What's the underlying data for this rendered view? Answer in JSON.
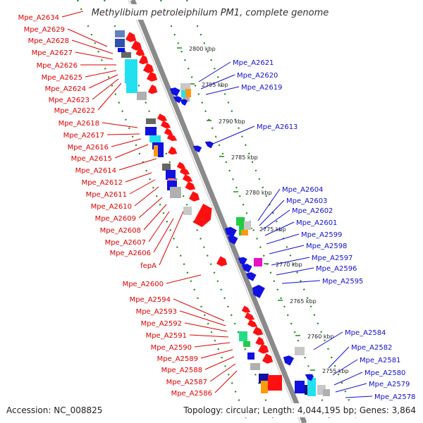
{
  "title": "Methylibium petroleiphilum PM1, complete genome",
  "footer": {
    "accession": "Accession: NC_008825",
    "summary": "Topology: circular; Length: 4,044,195 bp; Genes: 3,864"
  },
  "colors": {
    "backbone": "#8a8a8a",
    "dotted_track": "#1a8a1a",
    "left_labels": "#e00000",
    "right_labels": "#1010d0"
  },
  "scale_ticks": [
    "2800 kbp",
    "2795 kbp",
    "2790 kbp",
    "2785 kbp",
    "2780 kbp",
    "2775 kbp",
    "2770 kbp",
    "2765 kbp",
    "2760 kbp",
    "2755 kbp"
  ],
  "left_genes": [
    "Mpe_A2634",
    "Mpe_A2629",
    "Mpe_A2628",
    "Mpe_A2627",
    "Mpe_A2626",
    "Mpe_A2625",
    "Mpe_A2624",
    "Mpe_A2623",
    "Mpe_A2622",
    "Mpe_A2618",
    "Mpe_A2617",
    "Mpe_A2616",
    "Mpe_A2615",
    "Mpe_A2614",
    "Mpe_A2612",
    "Mpe_A2611",
    "Mpe_A2610",
    "Mpe_A2609",
    "Mpe_A2608",
    "Mpe_A2607",
    "Mpe_A2606",
    "fepA",
    "Mpe_A2600",
    "Mpe_A2594",
    "Mpe_A2593",
    "Mpe_A2592",
    "Mpe_A2591",
    "Mpe_A2590",
    "Mpe_A2589",
    "Mpe_A2588",
    "Mpe_A2587",
    "Mpe_A2586"
  ],
  "right_genes": [
    "Mpe_A2621",
    "Mpe_A2620",
    "Mpe_A2619",
    "Mpe_A2613",
    "Mpe_A2604",
    "Mpe_A2603",
    "Mpe_A2602",
    "Mpe_A2601",
    "Mpe_A2599",
    "Mpe_A2598",
    "Mpe_A2597",
    "Mpe_A2596",
    "Mpe_A2595",
    "Mpe_A2584",
    "Mpe_A2582",
    "Mpe_A2581",
    "Mpe_A2580",
    "Mpe_A2579",
    "Mpe_A2578"
  ]
}
